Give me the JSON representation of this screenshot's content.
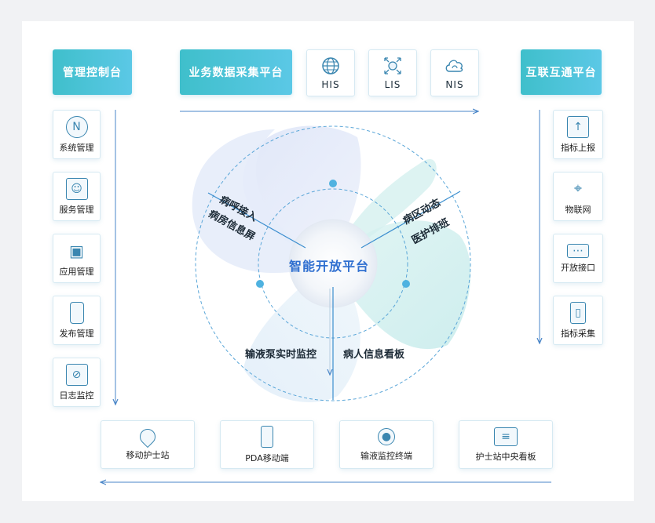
{
  "headers": {
    "console": "管理控制台",
    "collect": "业务数据采集平台",
    "interop": "互联互通平台"
  },
  "protocols": [
    "HIS",
    "LIS",
    "NIS"
  ],
  "left_items": [
    "系统管理",
    "服务管理",
    "应用管理",
    "发布管理",
    "日志监控"
  ],
  "right_items": [
    "指标上报",
    "物联网",
    "开放接口",
    "指标采集"
  ],
  "bottom_items": [
    "移动护士站",
    "PDA移动端",
    "输液监控终端",
    "护士站中央看板"
  ],
  "center": {
    "title": "智能开放平台",
    "tl1": "病呼接入",
    "tl2": "病房信息屏",
    "tr1": "病区动态",
    "tr2": "医护排班",
    "b1": "输液泵实时监控",
    "b2": "病人信息看板"
  },
  "colors": {
    "accent": "#3fbfcb",
    "accent2": "#5bc8e6",
    "line": "#4a86c8",
    "title": "#2f6fd0"
  }
}
